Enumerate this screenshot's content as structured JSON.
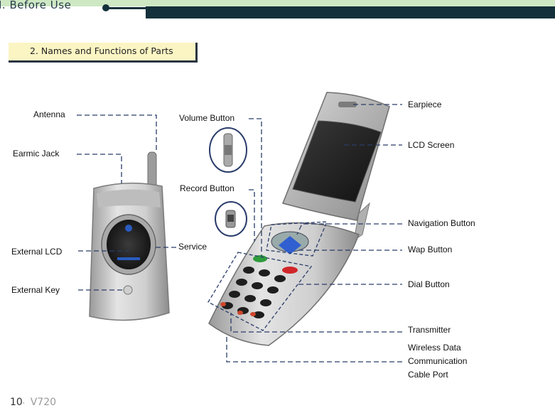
{
  "header": {
    "chapter_title": "I. Before Use"
  },
  "section": {
    "title": "2. Names and Functions of Parts"
  },
  "labels": {
    "antenna": "Antenna",
    "earmic_jack": "Earmic Jack",
    "external_lcd": "External LCD",
    "external_key": "External Key",
    "volume_button": "Volume Button",
    "record_button": "Record Button",
    "service": "Service",
    "earpiece": "Earpiece",
    "lcd_screen": "LCD Screen",
    "navigation_button": "Navigation Button",
    "wap_button": "Wap Button",
    "dial_button": "Dial Button",
    "transmitter": "Transmitter",
    "wireless_line1": "Wireless Data",
    "wireless_line2": "Communication",
    "wireless_line3": "Cable Port"
  },
  "footer": {
    "page_number": "10",
    "separator": "·",
    "model": "V720"
  }
}
